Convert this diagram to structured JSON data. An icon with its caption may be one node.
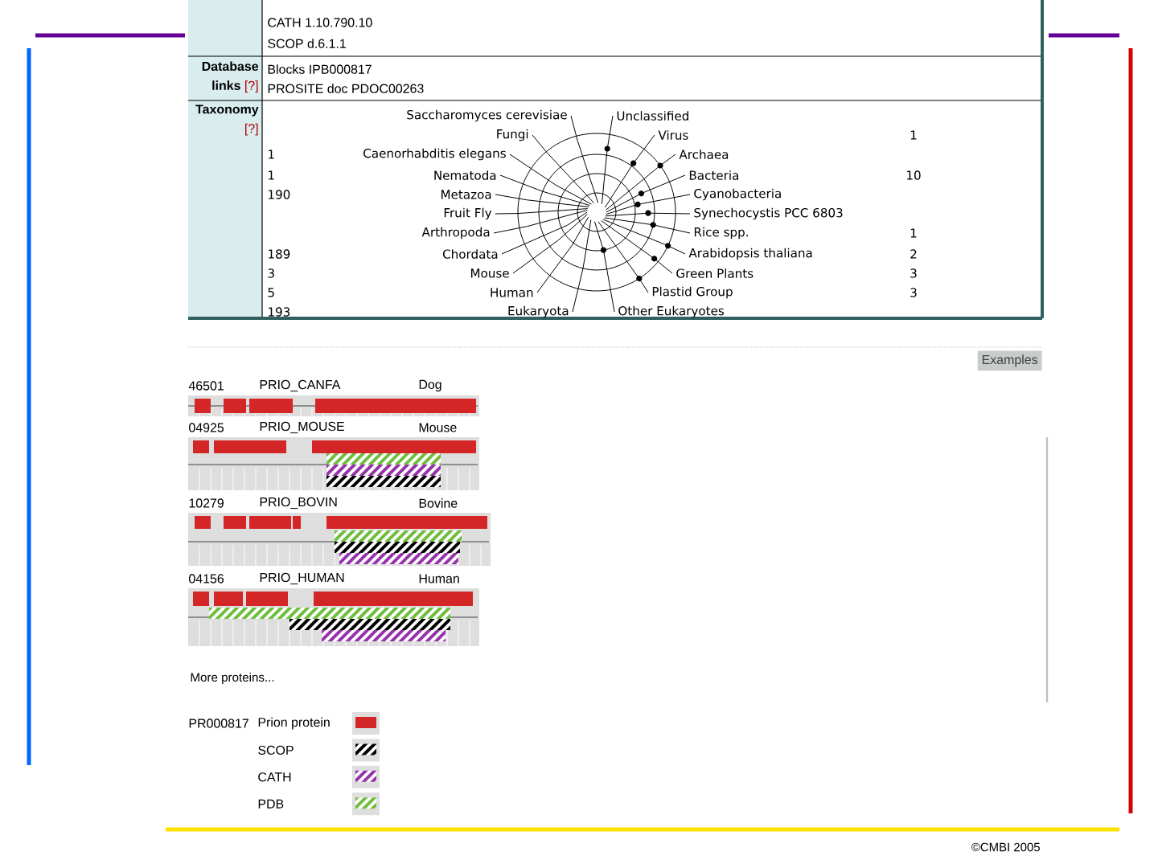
{
  "diagram": {
    "labels": [
      "CATH 1.10.790.10",
      "SCOP d.6.1.1",
      "Database links",
      "[?]",
      "Blocks IPB000817",
      "PROSITE doc PDOC00263",
      "Taxonomy",
      "[?]",
      "Saccharomyces cerevisiae",
      "Unclassified",
      "Fungi",
      "Virus",
      "1",
      "1",
      "Caenorhabditis elegans",
      "Archaea",
      "1",
      "Nematoda",
      "Bacteria",
      "10",
      "190",
      "Metazoa",
      "Cyanobacteria",
      "Fruit Fly",
      "Synechocystis PCC 6803",
      "Arthropoda",
      "Rice spp.",
      "1",
      "189",
      "Chordata",
      "Arabidopsis thaliana",
      "2",
      "3",
      "Mouse",
      "Green Plants",
      "3",
      "5",
      "Human",
      "Plastid Group",
      "3",
      "193",
      "Eukaryota",
      "Other Eukaryotes",
      "Examples",
      "46501",
      "PRIO_CANFA",
      "Dog",
      "04925",
      "PRIO_MOUSE",
      "Mouse",
      "10279",
      "PRIO_BOVIN",
      "Bovine",
      "04156",
      "PRIO_HUMAN",
      "Human",
      "More proteins...",
      "PR000817",
      "©CMBI 2005"
    ],
    "legend": [
      {
        "text": "Prion protein",
        "color": "#d42626"
      },
      {
        "text": "SCOP"
      },
      {
        "text": "CATH"
      },
      {
        "text": "PDB"
      }
    ]
  }
}
